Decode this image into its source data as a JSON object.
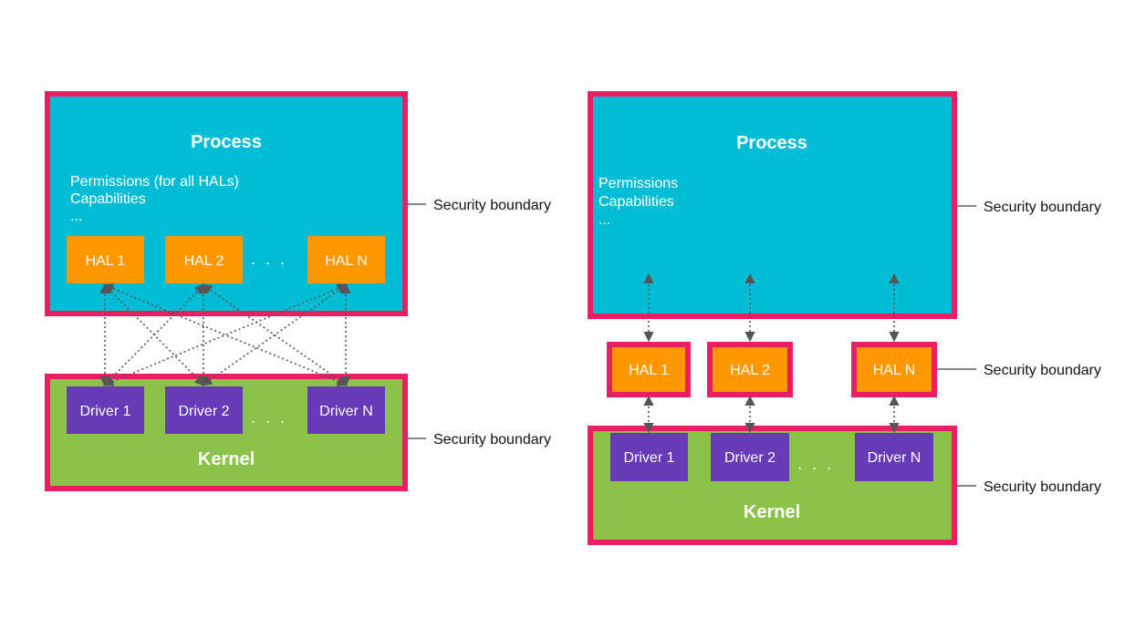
{
  "colors": {
    "boundary": "#e91e63",
    "process": "#00bcd4",
    "kernel": "#8bc34a",
    "hal": "#ff9800",
    "driver": "#673ab7",
    "arrow": "#555555"
  },
  "left": {
    "process_title": "Process",
    "permissions": "Permissions (for all HALs)",
    "capabilities": "Capabilities",
    "ellipsis": "...",
    "hals": [
      "HAL 1",
      "HAL 2",
      "HAL N"
    ],
    "hal_dots": ". . .",
    "drivers": [
      "Driver 1",
      "Driver 2",
      "Driver N"
    ],
    "driver_dots": ". . .",
    "kernel_title": "Kernel",
    "process_boundary_label": "Security boundary",
    "kernel_boundary_label": "Security boundary"
  },
  "right": {
    "process_title": "Process",
    "permissions": "Permissions",
    "capabilities": "Capabilities",
    "ellipsis": "...",
    "hals": [
      "HAL 1",
      "HAL 2",
      "HAL N"
    ],
    "drivers": [
      "Driver 1",
      "Driver 2",
      "Driver N"
    ],
    "driver_dots": ". . .",
    "kernel_title": "Kernel",
    "process_boundary_label": "Security boundary",
    "hal_boundary_label": "Security boundary",
    "kernel_boundary_label": "Security boundary"
  }
}
